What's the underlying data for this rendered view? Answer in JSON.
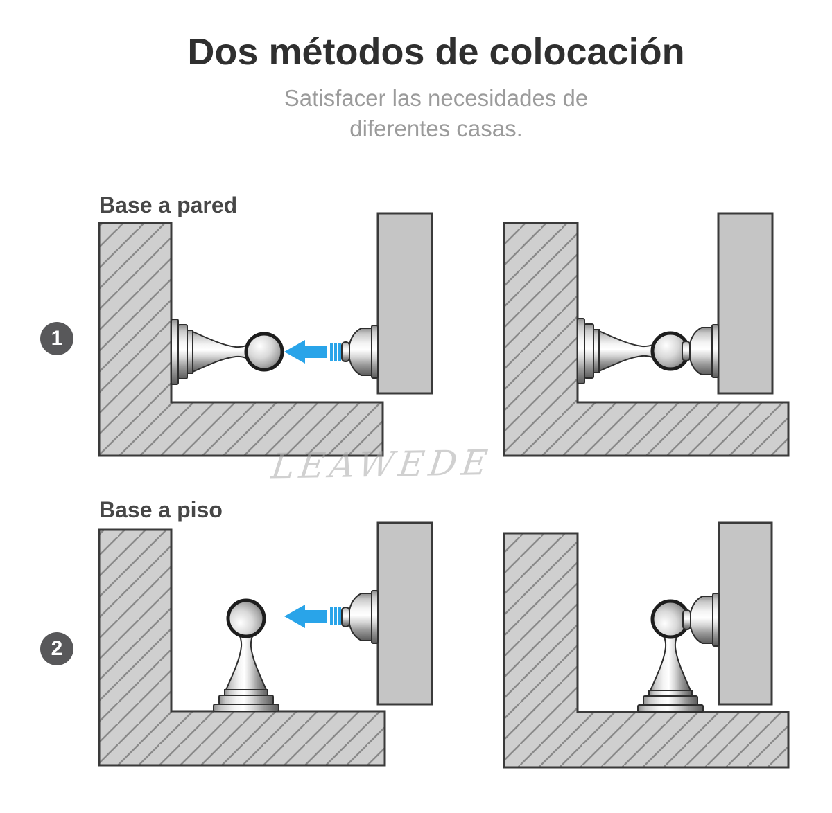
{
  "header": {
    "title": "Dos métodos de colocación",
    "subtitle": "Satisfacer las necesidades de\ndiferentes casas."
  },
  "sections": [
    {
      "number": "1",
      "label": "Base a pared"
    },
    {
      "number": "2",
      "label": "Base a piso"
    }
  ],
  "watermark": "LEAWEDE",
  "colors": {
    "accent_blue": "#29A4E9",
    "badge_gray": "#58585A"
  }
}
